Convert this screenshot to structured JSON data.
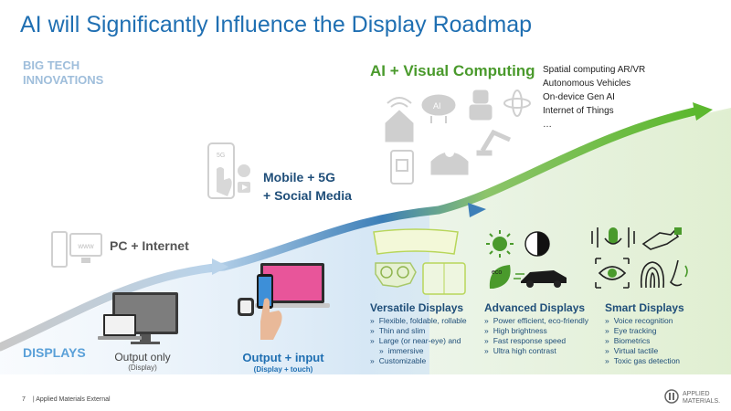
{
  "title": "AI will Significantly Influence the Display Roadmap",
  "big_tech_label": [
    "BIG TECH",
    "INNOVATIONS"
  ],
  "displays_label": "DISPLAYS",
  "eras": {
    "pc": "PC + Internet",
    "mobile": [
      "Mobile + 5G",
      "+ Social Media"
    ],
    "ai": "AI + Visual Computing"
  },
  "ai_list": [
    "Spatial computing AR/VR",
    "Autonomous Vehicles",
    "On-device Gen AI",
    "Internet of Things",
    "…"
  ],
  "output_only": {
    "label": "Output only",
    "sub": "(Display)"
  },
  "output_input": {
    "label": "Output + input",
    "sub": "(Display + touch)"
  },
  "columns": [
    {
      "title": "Versatile Displays",
      "bullets": [
        "Flexible, foldable, rollable",
        "Thin and slim",
        "Large (or near-eye) and",
        "immersive",
        "Customizable"
      ]
    },
    {
      "title": "Advanced Displays",
      "bullets": [
        "Power efficient, eco-friendly",
        "High brightness",
        "Fast response speed",
        "Ultra high contrast"
      ]
    },
    {
      "title": "Smart Displays",
      "bullets": [
        "Voice recognition",
        "Eye tracking",
        "Biometrics",
        "Virtual tactile",
        "Toxic gas detection"
      ]
    }
  ],
  "icon_labels": {
    "ai_cloud": "AI",
    "www": "www",
    "fiveg": "5G",
    "eco": "eco"
  },
  "footer": {
    "page": "7",
    "text": "|  Applied Materials External"
  },
  "logo": [
    "APPLIED",
    "MATERIALS."
  ],
  "colors": {
    "title": "#1f6fb2",
    "green": "#4a9a2c",
    "navy": "#1f4e79",
    "light_blue": "#9fbedb"
  }
}
